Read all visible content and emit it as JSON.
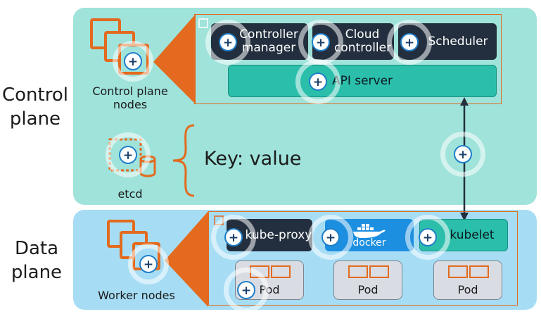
{
  "control_plane": {
    "title": "Control plane",
    "nodes_label": "Control plane nodes",
    "components": {
      "controller_manager": "Controller manager",
      "cloud_controller": "Cloud controller",
      "scheduler": "Scheduler",
      "api_server": "API server"
    },
    "etcd_label": "etcd",
    "key_value": "Key: value"
  },
  "data_plane": {
    "title": "Data plane",
    "nodes_label": "Worker nodes",
    "components": {
      "kube_proxy": "kube-proxy",
      "docker": "docker",
      "kubelet": "kubelet"
    },
    "pods": [
      "Pod",
      "Pod",
      "Pod"
    ]
  },
  "hotspot_symbol": "+",
  "colors": {
    "control_plane_bg": "#9fe3da",
    "data_plane_bg": "#a6ddf5",
    "component_dark": "#232f3e",
    "api_server": "#2bbfab",
    "docker": "#1d8fe0",
    "accent_orange": "#e36a1e",
    "hotspot_border": "#1f7fc9"
  },
  "icons": [
    "node-stack-icon",
    "chip-icon",
    "database-icon",
    "docker-whale-icon",
    "container-icon"
  ]
}
